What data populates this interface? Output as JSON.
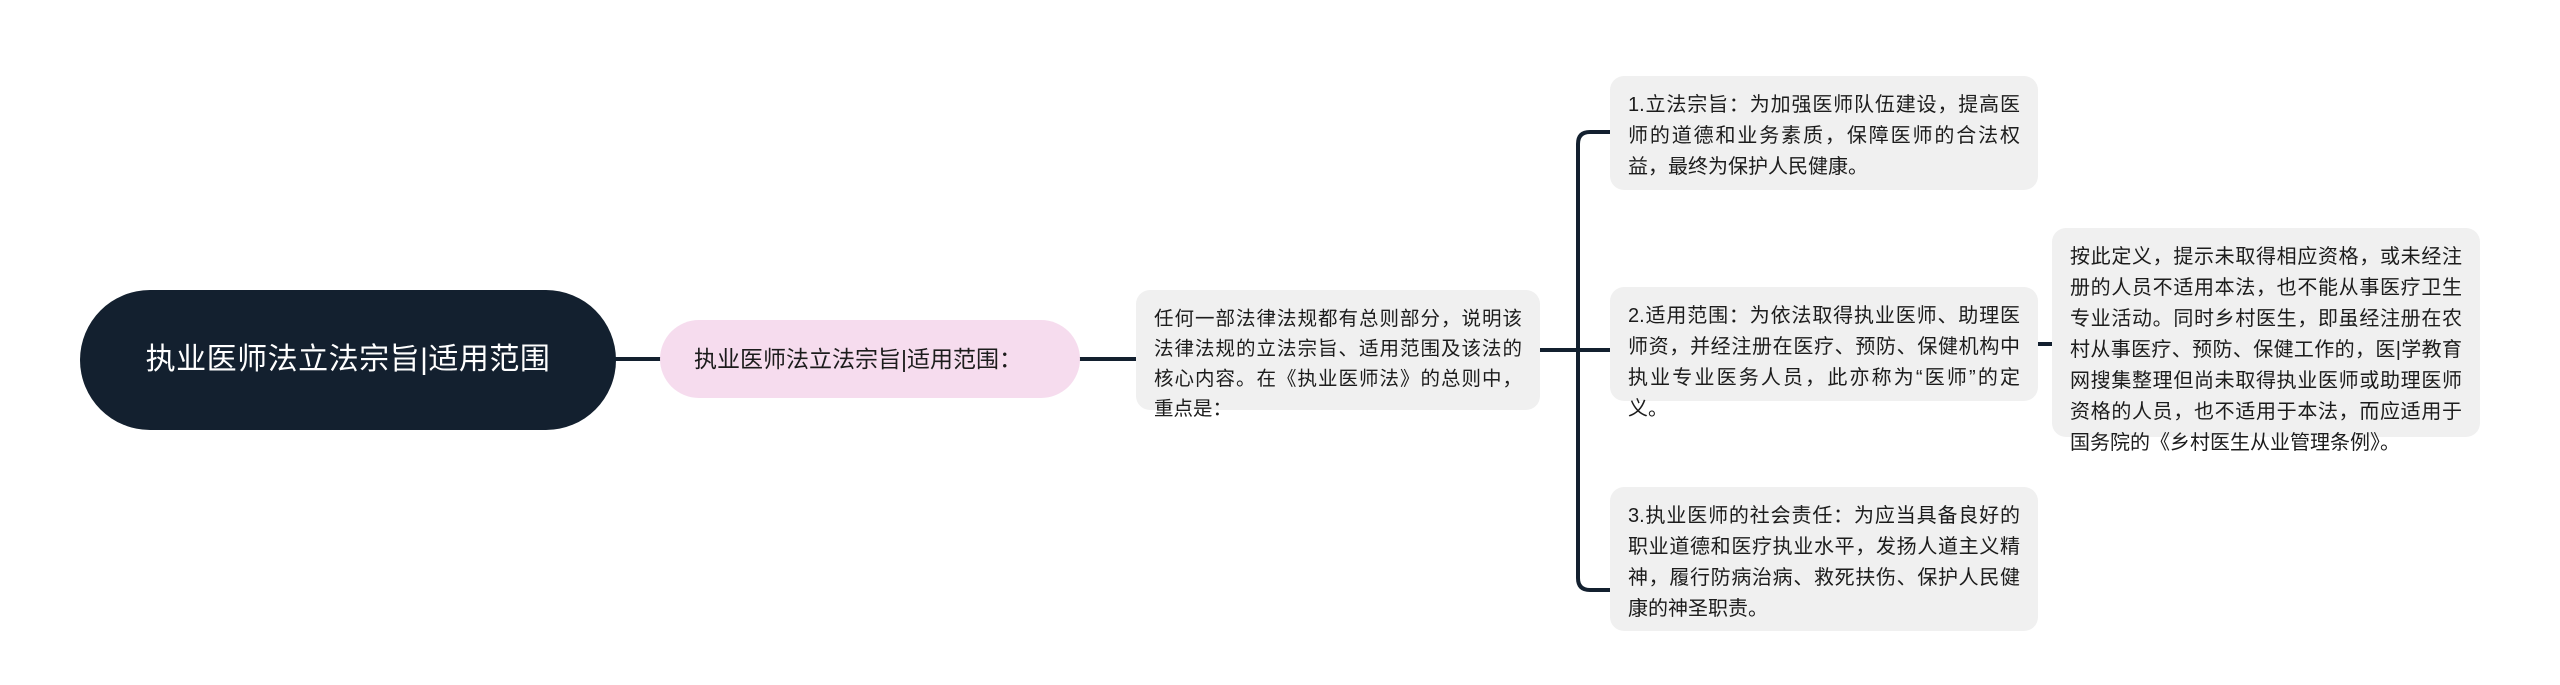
{
  "diagram": {
    "type": "mind-map",
    "orientation": "left-to-right",
    "background_color": "#ffffff",
    "colors": {
      "root_fill": "#13202f",
      "root_text": "#ffffff",
      "topic_fill": "#f6dcee",
      "topic_text": "#1c1c1c",
      "node_fill": "#f0f0f0",
      "node_text": "#1c1c1c",
      "connector": "#13202f"
    },
    "root": {
      "label": "执业医师法立法宗旨|适用范围"
    },
    "topic": {
      "label": "执业医师法立法宗旨|适用范围："
    },
    "summary": {
      "text": "任何一部法律法规都有总则部分，说明该法律法规的立法宗旨、适用范围及该法的核心内容。在《执业医师法》的总则中，重点是："
    },
    "branches": [
      {
        "index": "1",
        "title": "立法宗旨",
        "text": "1.立法宗旨：为加强医师队伍建设，提高医师的道德和业务素质，保障医师的合法权益，最终为保护人民健康。"
      },
      {
        "index": "2",
        "title": "适用范围",
        "text": "2.适用范围：为依法取得执业医师、助理医师资，并经注册在医疗、预防、保健机构中执业专业医务人员，此亦称为“医师”的定义。"
      },
      {
        "index": "3",
        "title": "执业医师的社会责任",
        "text": "3.执业医师的社会责任：为应当具备良好的职业道德和医疗执业水平，发扬人道主义精神，履行防病治病、救死扶伤、保护人民健康的神圣职责。"
      }
    ],
    "detail": {
      "parent_index": "2",
      "text": "按此定义，提示未取得相应资格，或未经注册的人员不适用本法，也不能从事医疗卫生专业活动。同时乡村医生，即虽经注册在农村从事医疗、预防、保健工作的，医|学教育网搜集整理但尚未取得执业医师或助理医师资格的人员，也不适用于本法，而应适用于国务院的《乡村医生从业管理条例》。"
    }
  }
}
